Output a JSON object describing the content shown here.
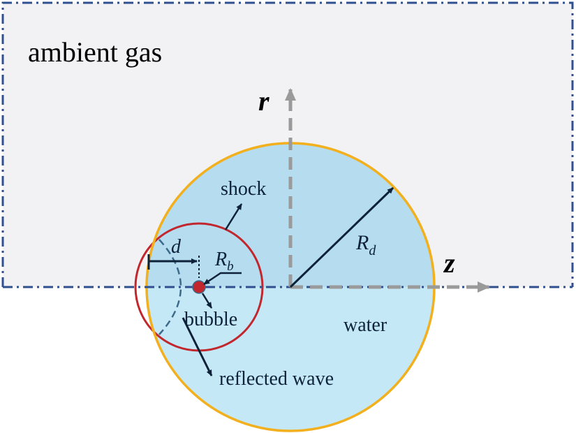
{
  "labels": {
    "ambient": "ambient gas",
    "r_axis": "r",
    "z_axis": "z",
    "shock": "shock",
    "d": "d",
    "rb_main": "R",
    "rb_sub": "b",
    "rd_main": "R",
    "rd_sub": "d",
    "bubble": "bubble",
    "water": "water",
    "reflected": "reflected wave"
  },
  "colors": {
    "gas_fill": "#f2f2f4",
    "domain_border": "#2f4f8f",
    "water_fill": "#c5e8f7",
    "water_upper_fill": "#b5dcef",
    "droplet_edge": "#f2b01e",
    "shock": "#c1272d",
    "bubble_fill": "#c1272d",
    "axis": "#9a9a9a",
    "arrow": "#0d2238",
    "reflected": "#3d6a8a",
    "text": "#0d2238"
  }
}
